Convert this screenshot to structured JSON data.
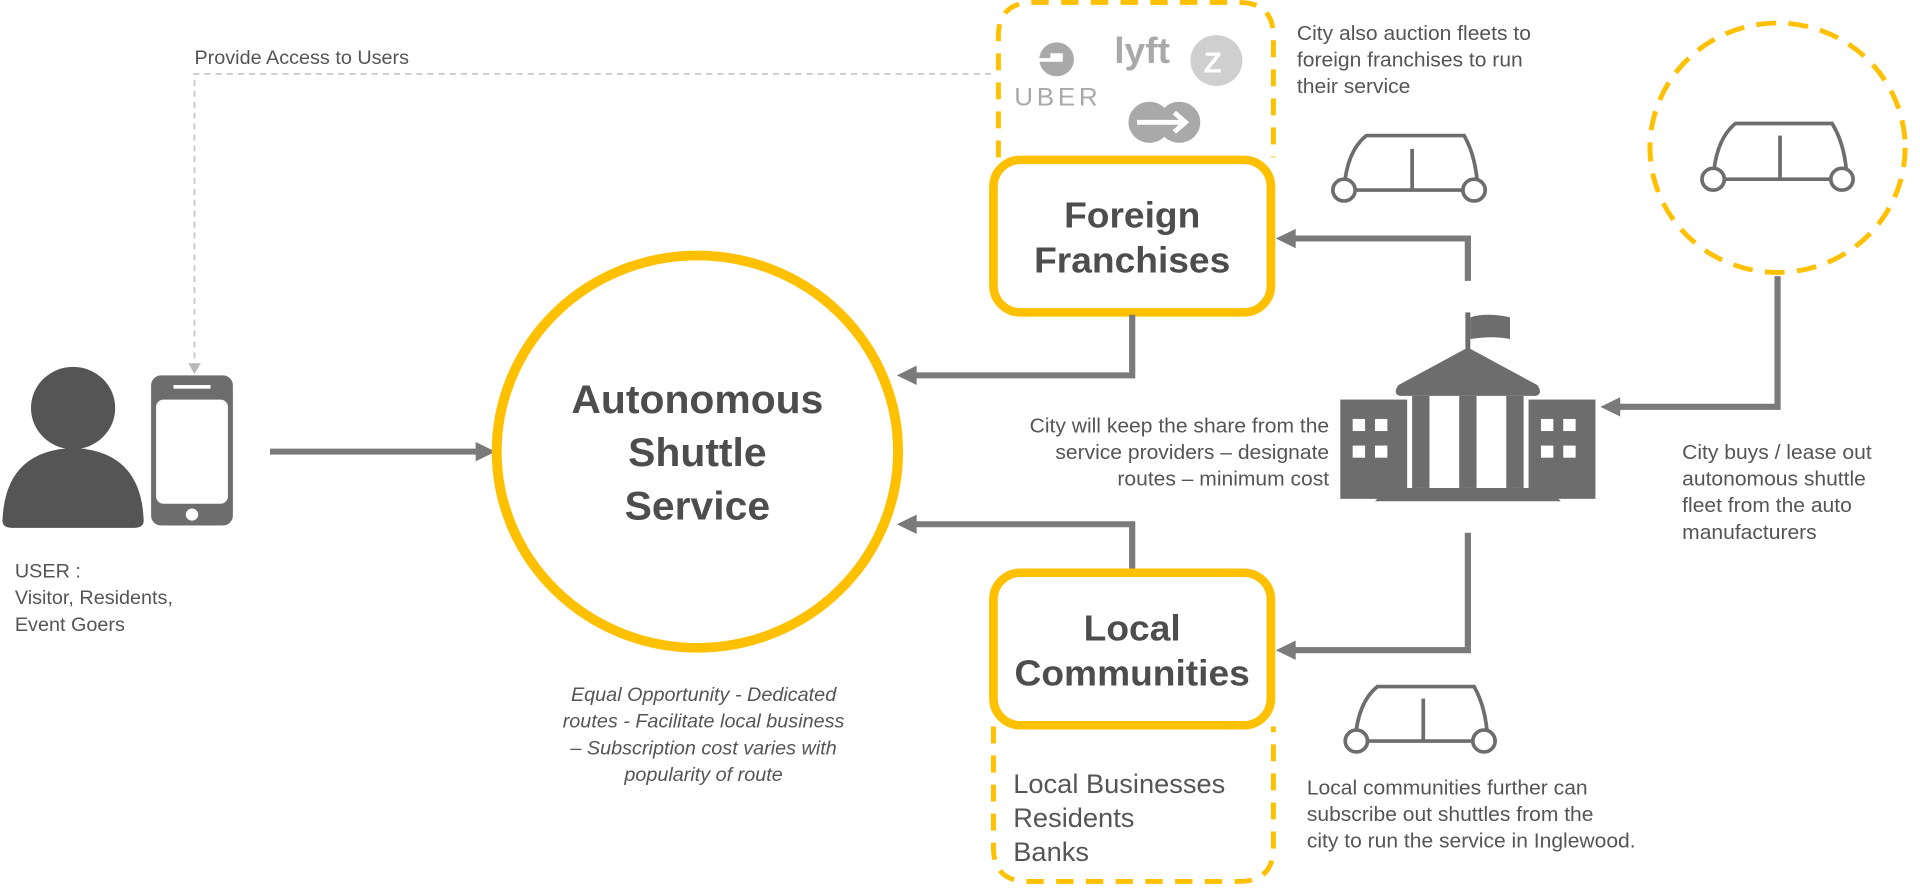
{
  "colors": {
    "accent_yellow": "#ffc000",
    "arrow_gray": "#7a7a7a",
    "icon_dark": "#555555",
    "icon_mid": "#6d6d6d",
    "logo_gray": "#a9a9a9",
    "text": "#555555"
  },
  "access_label": "Provide Access to Users",
  "user": {
    "label_lines": [
      "USER :",
      "Visitor, Residents,",
      "Event Goers"
    ]
  },
  "center": {
    "title_lines": [
      "Autonomous",
      "Shuttle",
      "Service"
    ],
    "caption_lines": [
      "Equal Opportunity - Dedicated",
      "routes - Facilitate local business",
      "– Subscription cost varies with",
      "popularity of route"
    ]
  },
  "foreign": {
    "title_lines": [
      "Foreign",
      "Franchises"
    ],
    "logos": [
      "uber-logo",
      "lyft-logo",
      "zipcar-logo",
      "arrow-rideshare-logo"
    ],
    "uber_text": "UBER",
    "lyft_text": "lyft",
    "zip_text": "Z",
    "note_lines": [
      "City also auction fleets to",
      "foreign franchises to run",
      "their service"
    ]
  },
  "local": {
    "title_lines": [
      "Local",
      "Communities"
    ],
    "members": [
      "Local Businesses",
      "Residents",
      "Banks"
    ],
    "note_lines": [
      "Local communities further can",
      "subscribe out shuttles from the",
      "city to run the service in Inglewood."
    ]
  },
  "city": {
    "note_lines": [
      "City will keep the share from the",
      "service providers – designate",
      "routes – minimum cost"
    ]
  },
  "manufacturer": {
    "note_lines": [
      "City buys / lease out",
      "autonomous shuttle",
      "fleet from the auto",
      "manufacturers"
    ]
  }
}
